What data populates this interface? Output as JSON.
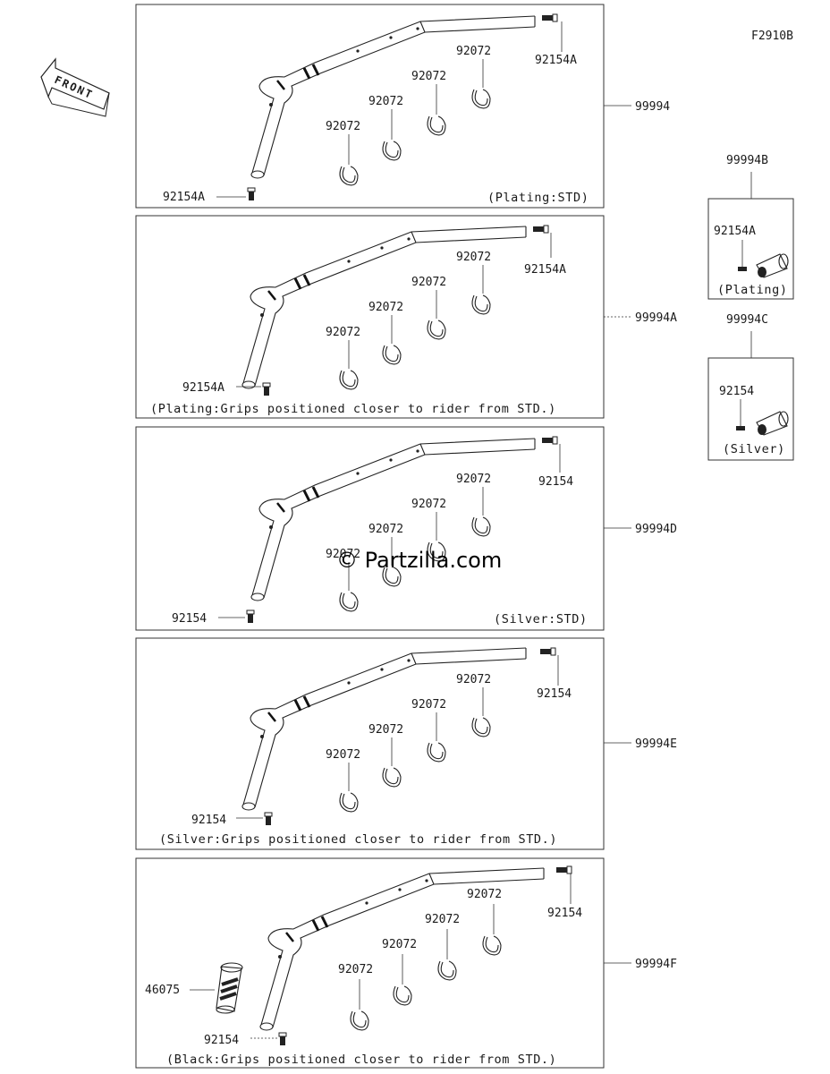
{
  "figure_code": "F2910B",
  "front_label": "FRONT",
  "watermark": "© Partzilla.com",
  "panels": [
    {
      "assembly": "99994",
      "note": "(Plating:STD)",
      "bolt_top": "92154A",
      "bolt_bottom": "92154A",
      "clamps": [
        "92072",
        "92072",
        "92072",
        "92072"
      ]
    },
    {
      "assembly": "99994A",
      "note": "(Plating:Grips positioned closer to rider from STD.)",
      "bolt_top": "92154A",
      "bolt_bottom": "92154A",
      "clamps": [
        "92072",
        "92072",
        "92072",
        "92072"
      ]
    },
    {
      "assembly": "99994D",
      "note": "(Silver:STD)",
      "bolt_top": "92154",
      "bolt_bottom": "92154",
      "clamps": [
        "92072",
        "92072",
        "92072",
        "92072"
      ]
    },
    {
      "assembly": "99994E",
      "note": "(Silver:Grips positioned closer to rider from STD.)",
      "bolt_top": "92154",
      "bolt_bottom": "92154",
      "clamps": [
        "92072",
        "92072",
        "92072",
        "92072"
      ]
    },
    {
      "assembly": "99994F",
      "note": "(Black:Grips positioned closer to rider from STD.)",
      "bolt_top": "92154",
      "bolt_bottom": "92154",
      "grip": "46075",
      "clamps": [
        "92072",
        "92072",
        "92072",
        "92072"
      ]
    }
  ],
  "side_panels": [
    {
      "assembly": "99994B",
      "bolt": "92154A",
      "note": "(Plating)"
    },
    {
      "assembly": "99994C",
      "bolt": "92154",
      "note": "(Silver)"
    }
  ]
}
